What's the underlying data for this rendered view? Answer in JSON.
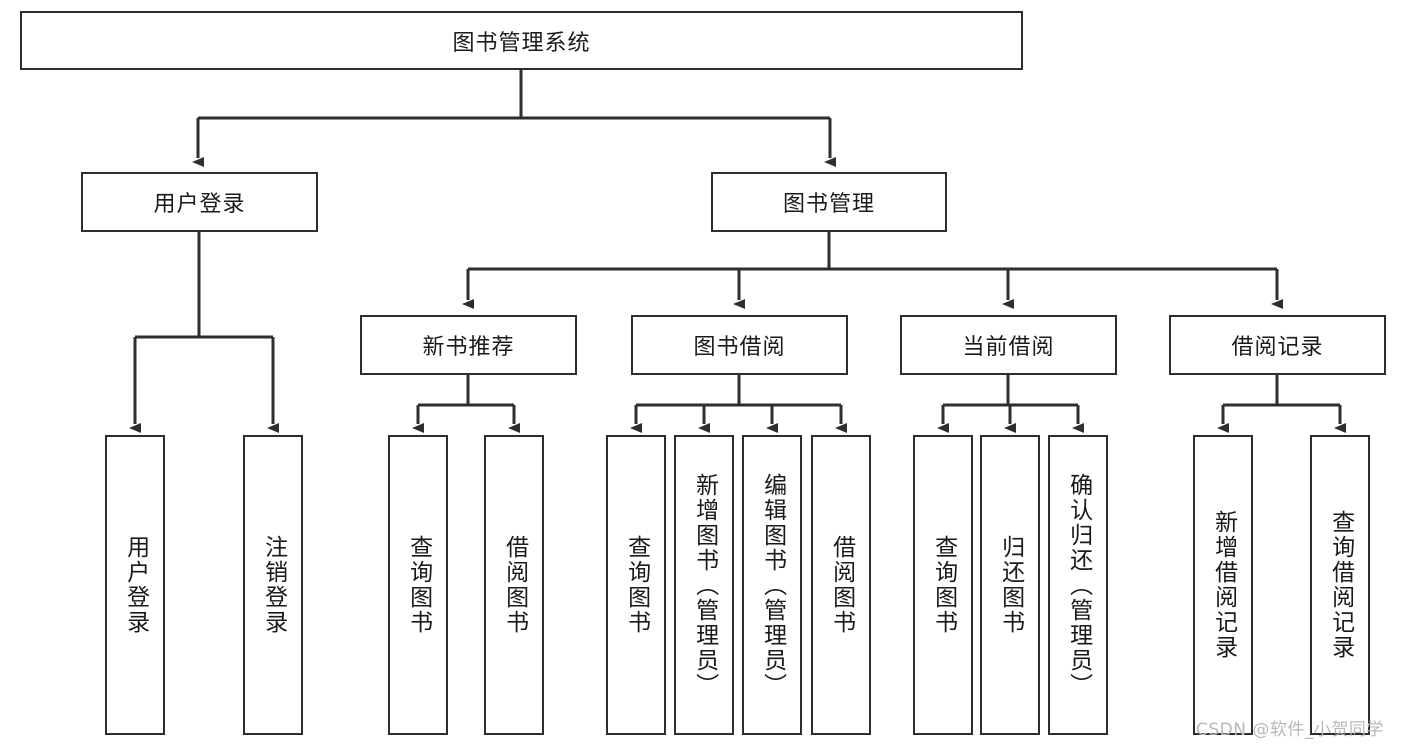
{
  "diagram": {
    "title": "图书管理系统",
    "type": "tree-hierarchy-diagram",
    "colors": {
      "box_border": "#2e2e2e",
      "box_fill": "#ffffff",
      "connector": "#2e2e2e",
      "text": "#1a1a1a",
      "watermark": "#b8b8b8",
      "background": "#ffffff"
    },
    "root": {
      "label": "图书管理系统"
    },
    "level2": [
      {
        "label": "用户登录"
      },
      {
        "label": "图书管理"
      }
    ],
    "level3": [
      {
        "label": "新书推荐"
      },
      {
        "label": "图书借阅"
      },
      {
        "label": "当前借阅"
      },
      {
        "label": "借阅记录"
      }
    ],
    "leaves": {
      "user_login": [
        {
          "label": "用户登录"
        },
        {
          "label": "注销登录"
        }
      ],
      "new_book_rec": [
        {
          "label": "查询图书"
        },
        {
          "label": "借阅图书"
        }
      ],
      "book_borrow": [
        {
          "label": "查询图书"
        },
        {
          "label": "新增图书（管理员）"
        },
        {
          "label": "编辑图书（管理员）"
        },
        {
          "label": "借阅图书"
        }
      ],
      "current_borrow": [
        {
          "label": "查询图书"
        },
        {
          "label": "归还图书"
        },
        {
          "label": "确认归还（管理员）"
        }
      ],
      "borrow_record": [
        {
          "label": "新增借阅记录"
        },
        {
          "label": "查询借阅记录"
        }
      ]
    }
  },
  "watermark": {
    "text": "CSDN @软件_小贺同学"
  }
}
